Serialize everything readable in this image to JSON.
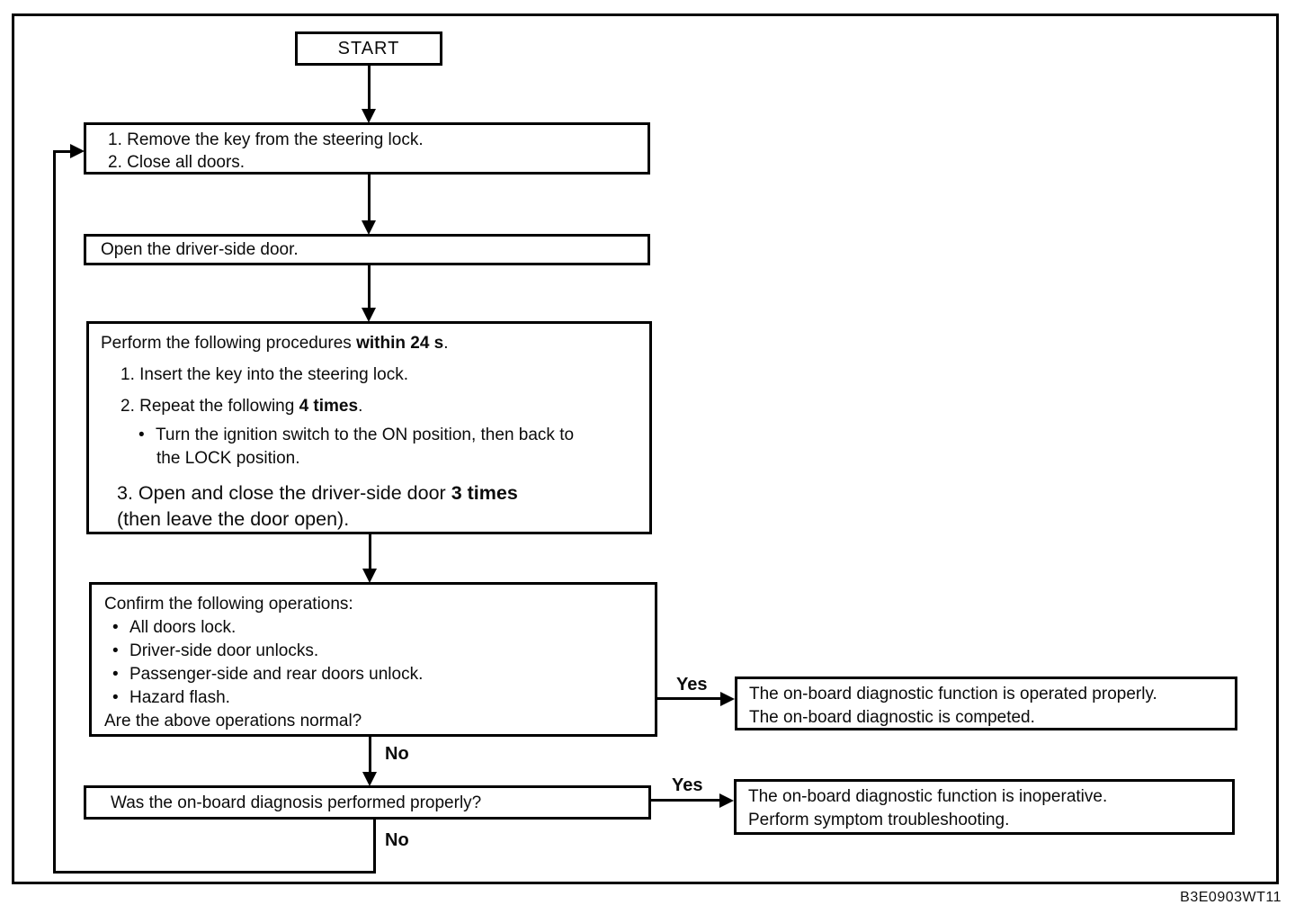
{
  "colors": {
    "ink": "#000000",
    "background": "#ffffff"
  },
  "bullet_glyph": "•",
  "page": {
    "code": "B3E0903WT11"
  },
  "flowchart": {
    "start": {
      "label": "START"
    },
    "step1": {
      "lines": [
        "1. Remove the key from the steering lock.",
        "2. Close all doors."
      ]
    },
    "step2": {
      "text": "Open the driver-side door."
    },
    "step3": {
      "intro_normal": "Perform the following procedures ",
      "intro_bold": "within 24 s",
      "intro_end": ".",
      "item1": "1. Insert the key into the steering lock.",
      "item2_normal": "2. Repeat the following ",
      "item2_bold": "4 times",
      "item2_end": ".",
      "bullet_line1": "Turn the ignition switch to the ON position, then back to",
      "bullet_line2": "the LOCK position.",
      "item3_normal": "3. Open and close the driver-side door ",
      "item3_bold": "3 times",
      "item3_line2": "(then leave the door open)."
    },
    "step4": {
      "intro": "Confirm the following operations:",
      "bullets": [
        "All doors lock.",
        "Driver-side door unlocks.",
        "Passenger-side and rear doors unlock.",
        "Hazard flash."
      ],
      "question": "Are the above operations normal?"
    },
    "step5": {
      "text": "Was the on-board diagnosis performed properly?"
    },
    "result_yes1": {
      "lines": [
        "The on-board diagnostic function is operated properly.",
        "The on-board diagnostic is competed."
      ]
    },
    "result_yes2": {
      "lines": [
        "The on-board diagnostic function is inoperative.",
        "Perform symptom troubleshooting."
      ]
    },
    "labels": {
      "yes1": "Yes",
      "no1": "No",
      "yes2": "Yes",
      "no2": "No"
    }
  }
}
